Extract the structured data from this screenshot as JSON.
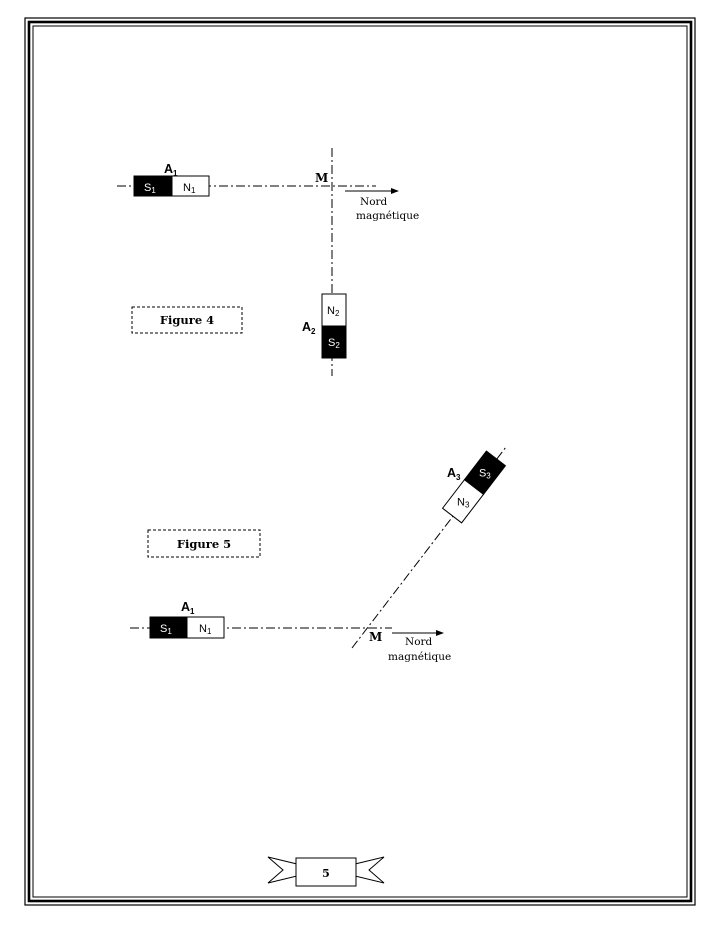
{
  "figure4": {
    "caption": "Figure 4",
    "point": "M",
    "arrow_label_line1": "Nord",
    "arrow_label_line2": "magnétique",
    "magnet1": {
      "name": "A",
      "sub": "1",
      "pole_left": "S",
      "pole_left_sub": "1",
      "pole_right": "N",
      "pole_right_sub": "1"
    },
    "magnet2": {
      "name": "A",
      "sub": "2",
      "pole_top": "N",
      "pole_top_sub": "2",
      "pole_bottom": "S",
      "pole_bottom_sub": "2"
    }
  },
  "figure5": {
    "caption": "Figure 5",
    "point": "M",
    "arrow_label_line1": "Nord",
    "arrow_label_line2": "magnétique",
    "magnet1": {
      "name": "A",
      "sub": "1",
      "pole_left": "S",
      "pole_left_sub": "1",
      "pole_right": "N",
      "pole_right_sub": "1"
    },
    "magnet3": {
      "name": "A",
      "sub": "3",
      "pole_top": "S",
      "pole_top_sub": "3",
      "pole_bottom": "N",
      "pole_bottom_sub": "3"
    }
  },
  "footer": {
    "page_number": "5"
  }
}
